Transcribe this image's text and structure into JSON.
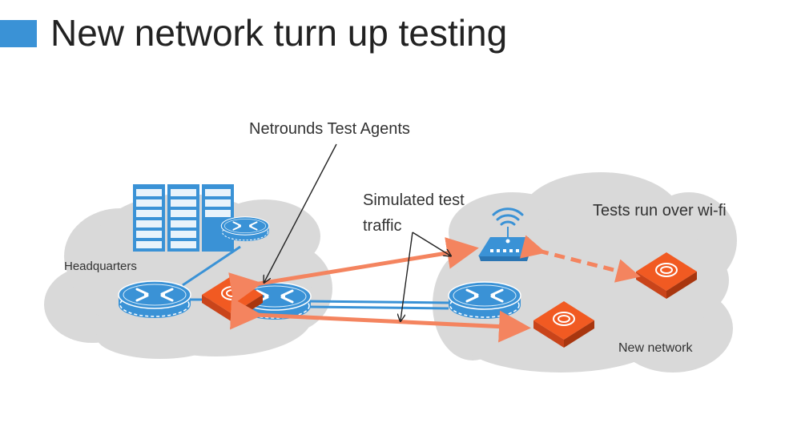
{
  "slide": {
    "title": "New network turn up testing",
    "accent_color": "#3a92d6"
  },
  "diagram": {
    "labels": {
      "test_agents": "Netrounds Test Agents",
      "simulated_traffic": "Simulated test traffic",
      "wifi_tests": "Tests run over wi-fi",
      "headquarters": "Headquarters",
      "new_network": "New network"
    },
    "nodes": [
      {
        "name": "server-rack",
        "icon": "server-rack-icon"
      },
      {
        "name": "hq-small-router",
        "icon": "router-icon"
      },
      {
        "name": "hq-router-left",
        "icon": "router-icon"
      },
      {
        "name": "hq-router-center",
        "icon": "router-icon"
      },
      {
        "name": "hq-test-agent",
        "icon": "test-agent-icon"
      },
      {
        "name": "new-network-router",
        "icon": "router-icon"
      },
      {
        "name": "new-network-test-agent",
        "icon": "test-agent-icon"
      },
      {
        "name": "wifi-access-point",
        "icon": "wifi-access-point-icon"
      },
      {
        "name": "wifi-test-agent",
        "icon": "test-agent-icon"
      }
    ],
    "colors": {
      "cloud": "#d9d9d9",
      "router": "#3a92d6",
      "router_light": "#e9f3fb",
      "test_agent": "#f15a22",
      "traffic_arrow": "#f4845f",
      "link": "#3a92d6",
      "annotation": "#222222"
    }
  }
}
